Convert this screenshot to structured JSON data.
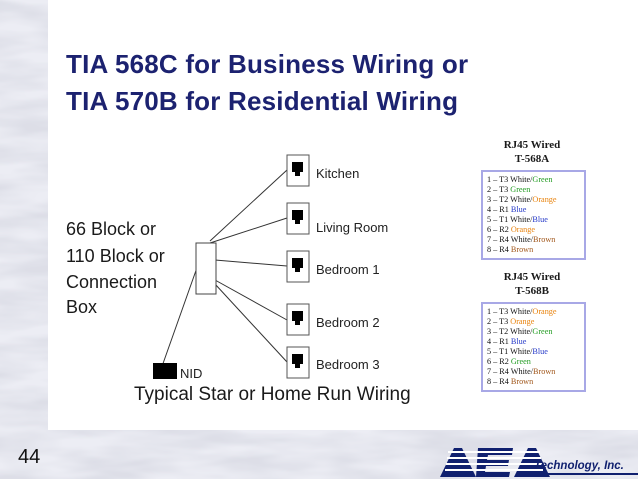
{
  "slide": {
    "title_line_1": "TIA 568C for Business Wiring or",
    "title_line_2": "TIA 570B for Residential Wiring",
    "block_lines": [
      "66 Block or",
      "110 Block or",
      "Connection",
      "Box"
    ],
    "rooms": [
      "Kitchen",
      "Living Room",
      "Bedroom 1",
      "Bedroom 2",
      "Bedroom 3"
    ],
    "nid_label": "NID",
    "caption": "Typical Star or Home Run Wiring",
    "page_number": "44"
  },
  "rj45_568a": {
    "title_line_1": "RJ45 Wired",
    "title_line_2": "T-568A",
    "pins": [
      {
        "prefix": "1 – T3 ",
        "wire": "White/",
        "accent": "Green",
        "accent_color": "#1f9a1f"
      },
      {
        "prefix": "2 – T3 ",
        "wire": "",
        "accent": "Green",
        "accent_color": "#1f9a1f"
      },
      {
        "prefix": "3 – T2 ",
        "wire": "White/",
        "accent": "Orange",
        "accent_color": "#e8820c"
      },
      {
        "prefix": "4 – R1 ",
        "wire": "",
        "accent": "Blue",
        "accent_color": "#2438c8"
      },
      {
        "prefix": "5 – T1 ",
        "wire": "White/",
        "accent": "Blue",
        "accent_color": "#2438c8"
      },
      {
        "prefix": "6 – R2 ",
        "wire": "",
        "accent": "Orange",
        "accent_color": "#e8820c"
      },
      {
        "prefix": "7 – R4 ",
        "wire": "White/",
        "accent": "Brown",
        "accent_color": "#a0561a"
      },
      {
        "prefix": "8 – R4 ",
        "wire": "",
        "accent": "Brown",
        "accent_color": "#a0561a"
      }
    ]
  },
  "rj45_568b": {
    "title_line_1": "RJ45 Wired",
    "title_line_2": "T-568B",
    "pins": [
      {
        "prefix": "1 – T3 ",
        "wire": "White/",
        "accent": "Orange",
        "accent_color": "#e8820c"
      },
      {
        "prefix": "2 – T3 ",
        "wire": "",
        "accent": "Orange",
        "accent_color": "#e8820c"
      },
      {
        "prefix": "3 – T2 ",
        "wire": "White/",
        "accent": "Green",
        "accent_color": "#1f9a1f"
      },
      {
        "prefix": "4 – R1 ",
        "wire": "",
        "accent": "Blue",
        "accent_color": "#2438c8"
      },
      {
        "prefix": "5 – T1 ",
        "wire": "White/",
        "accent": "Blue",
        "accent_color": "#2438c8"
      },
      {
        "prefix": "6 – R2 ",
        "wire": "",
        "accent": "Green",
        "accent_color": "#1f9a1f"
      },
      {
        "prefix": "7 – R4 ",
        "wire": "White/",
        "accent": "Brown",
        "accent_color": "#a0561a"
      },
      {
        "prefix": "8 – R4 ",
        "wire": "",
        "accent": "Brown",
        "accent_color": "#a0561a"
      }
    ]
  },
  "logo": {
    "letters": "AEA",
    "text": "Technology, Inc.",
    "color": "#10206f"
  },
  "colors": {
    "title": "#1c2270",
    "marble_light": "#e9e9f2",
    "marble_dark": "#b5b7c6"
  }
}
